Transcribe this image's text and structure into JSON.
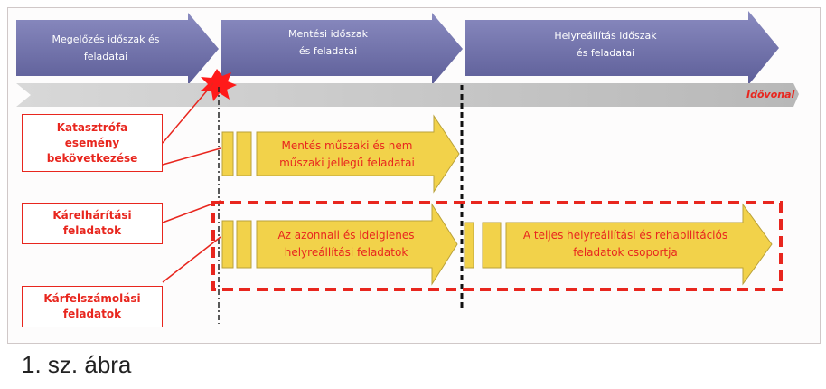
{
  "phases": [
    {
      "label": "Megelőzés időszak és\nfeladatai"
    },
    {
      "label": "Mentési időszak\nés feladatai"
    },
    {
      "label": "Helyreállítás időszak\nés feladatai"
    }
  ],
  "timeline_label": "Idővonal",
  "tasks": [
    {
      "label": "Mentés műszaki és nem\nműszaki jellegű feladatai"
    },
    {
      "label": "Az azonnali és ideiglenes\nhelyreállítási feladatok"
    },
    {
      "label": "A teljes helyreállítási és rehabilitációs\nfeladatok csoportja"
    }
  ],
  "boxes": [
    {
      "label": "Katasztrófa\nesemény\nbekövetkezése"
    },
    {
      "label": "Kárelhárítási\nfeladatok"
    },
    {
      "label": "Kárfelszámolási\nfeladatok"
    }
  ],
  "caption": "1. sz. ábra",
  "colors": {
    "phase_arrow": "#6d6ea8",
    "timeline": "#c8c8c8",
    "task_fill": "#f2d24a",
    "accent_red": "#e8261e"
  }
}
